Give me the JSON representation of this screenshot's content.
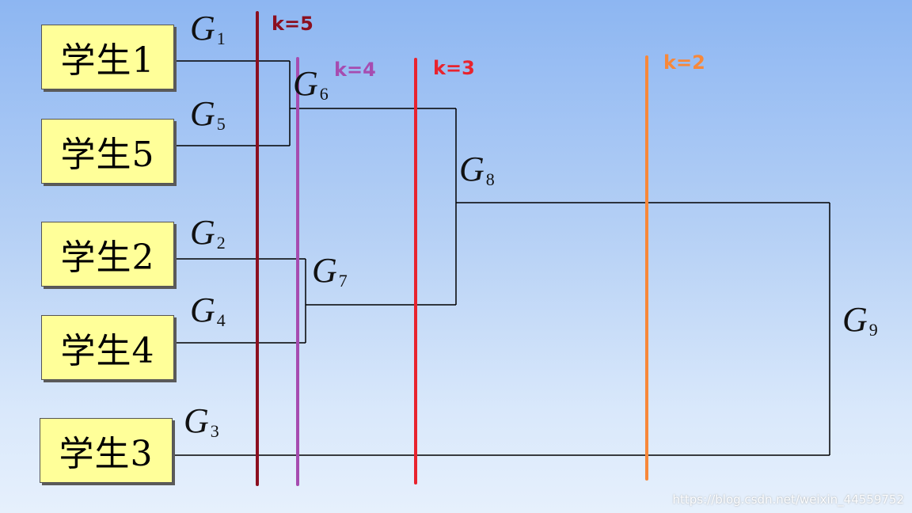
{
  "students": [
    {
      "id": "s1",
      "label": "学生1"
    },
    {
      "id": "s5",
      "label": "学生5"
    },
    {
      "id": "s2",
      "label": "学生2"
    },
    {
      "id": "s4",
      "label": "学生4"
    },
    {
      "id": "s3",
      "label": "学生3"
    }
  ],
  "groups": [
    {
      "id": "g1",
      "name": "G",
      "sub": "1"
    },
    {
      "id": "g5",
      "name": "G",
      "sub": "5"
    },
    {
      "id": "g2",
      "name": "G",
      "sub": "2"
    },
    {
      "id": "g4",
      "name": "G",
      "sub": "4"
    },
    {
      "id": "g3",
      "name": "G",
      "sub": "3"
    },
    {
      "id": "g6",
      "name": "G",
      "sub": "6"
    },
    {
      "id": "g7",
      "name": "G",
      "sub": "7"
    },
    {
      "id": "g8",
      "name": "G",
      "sub": "8"
    },
    {
      "id": "g9",
      "name": "G",
      "sub": "9"
    }
  ],
  "cuts": [
    {
      "label": "k=5",
      "color": "#8b0f1f"
    },
    {
      "label": "k=4",
      "color": "#a64cb0"
    },
    {
      "label": "k=3",
      "color": "#e8232e"
    },
    {
      "label": "k=2",
      "color": "#f7883a"
    }
  ],
  "line_color": "#000000",
  "box_color": "#ffff99",
  "watermark": "https://blog.csdn.net/weixin_44559752"
}
